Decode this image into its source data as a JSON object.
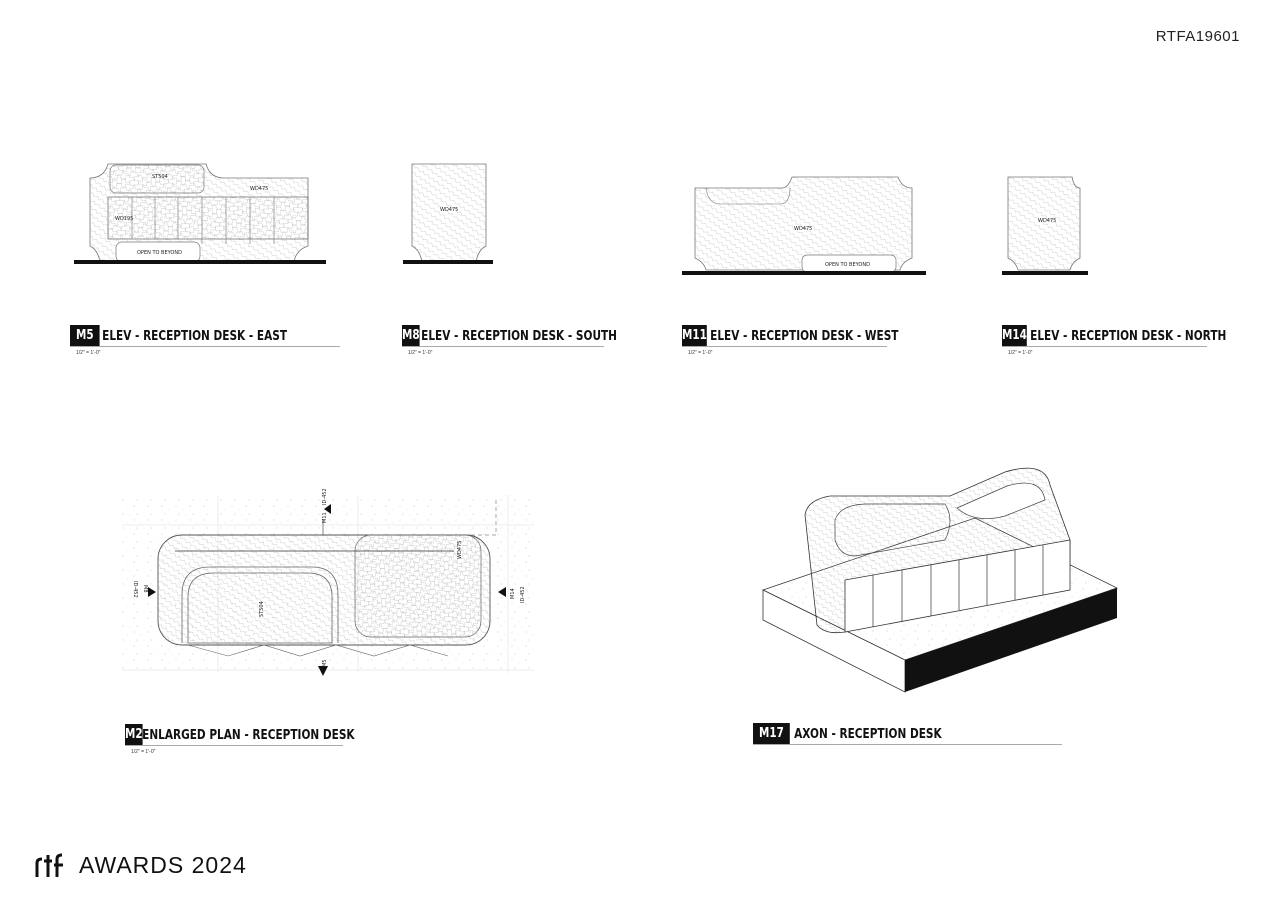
{
  "sheet_id": "RTFA19601",
  "scale": "1/2\" = 1'-0\"",
  "views": [
    {
      "number": "M5",
      "title": "ELEV - RECEPTION DESK - EAST",
      "labels": {
        "top": "ST504",
        "body": "WD475",
        "cabinet": "WD195",
        "opening": "OPEN TO BEYOND"
      }
    },
    {
      "number": "M8",
      "title": "ELEV - RECEPTION DESK - SOUTH",
      "labels": {
        "body": "WD475"
      }
    },
    {
      "number": "M11",
      "title": "ELEV - RECEPTION DESK - WEST",
      "labels": {
        "body": "WD475",
        "opening": "OPEN TO BEYOND"
      }
    },
    {
      "number": "M14",
      "title": "ELEV - RECEPTION DESK - NORTH",
      "labels": {
        "body": "WD475"
      }
    },
    {
      "number": "M2",
      "title": "ENLARGED PLAN - RECEPTION DESK",
      "labels": {
        "top": "ST504",
        "body": "WD475",
        "ref_m11": "M11",
        "ref_m11_sheet": "ID-452",
        "ref_m8": "M8",
        "ref_m8_sheet": "ID-452",
        "ref_m14": "M14",
        "ref_m14_sheet": "ID-452",
        "ref_m5": "M5"
      }
    },
    {
      "number": "M17",
      "title": "AXON - RECEPTION DESK"
    }
  ],
  "footer": {
    "logo_mark": "rtf",
    "logo_text": "AWARDS 2024"
  }
}
